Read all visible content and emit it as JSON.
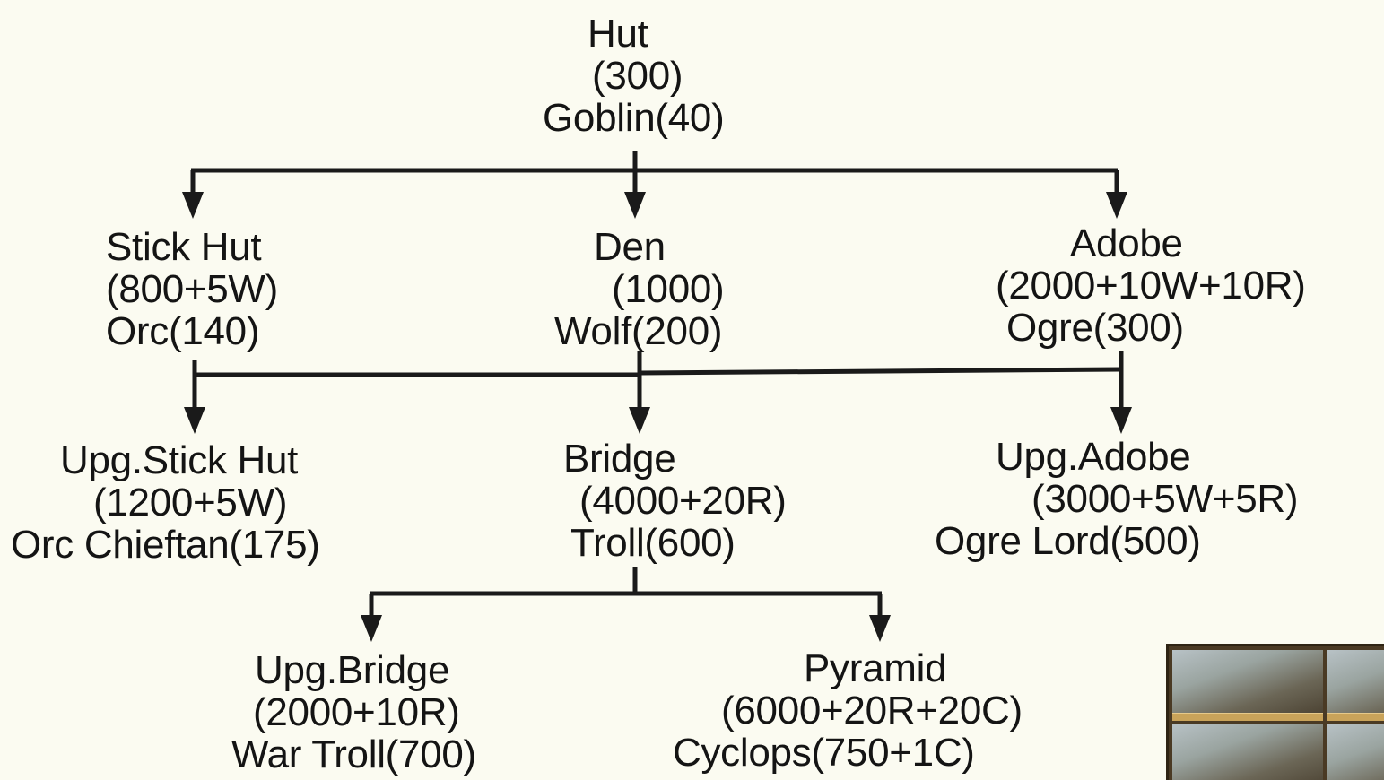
{
  "diagram": {
    "nodes": {
      "hut": [
        "Hut",
        "(300)",
        "Goblin(40)"
      ],
      "stick_hut": [
        "Stick Hut",
        "(800+5W)",
        "Orc(140)"
      ],
      "den": [
        "Den",
        "(1000)",
        "Wolf(200)"
      ],
      "adobe": [
        "Adobe",
        "(2000+10W+10R)",
        "Ogre(300)"
      ],
      "upg_stick_hut": [
        "Upg.Stick Hut",
        "(1200+5W)",
        "Orc Chieftan(175)"
      ],
      "bridge": [
        "Bridge",
        "(4000+20R)",
        "Troll(600)"
      ],
      "upg_adobe": [
        "Upg.Adobe",
        "(3000+5W+5R)",
        "Ogre Lord(500)"
      ],
      "upg_bridge": [
        "Upg.Bridge",
        "(2000+10R)",
        "War Troll(700)"
      ],
      "pyramid": [
        "Pyramid",
        "(6000+20R+20C)",
        "Cyclops(750+1C)"
      ]
    },
    "edges": [
      [
        "hut",
        "stick_hut"
      ],
      [
        "hut",
        "den"
      ],
      [
        "hut",
        "adobe"
      ],
      [
        "stick_hut",
        "upg_stick_hut"
      ],
      [
        "den",
        "bridge"
      ],
      [
        "adobe",
        "upg_adobe"
      ],
      [
        "bridge",
        "upg_bridge"
      ],
      [
        "bridge",
        "pyramid"
      ]
    ]
  },
  "colors": {
    "background": "#fbfbf1",
    "text": "#141414",
    "line": "#1a1a1a"
  },
  "thumbnail": {
    "icon": "town-buildings-thumbnail"
  }
}
